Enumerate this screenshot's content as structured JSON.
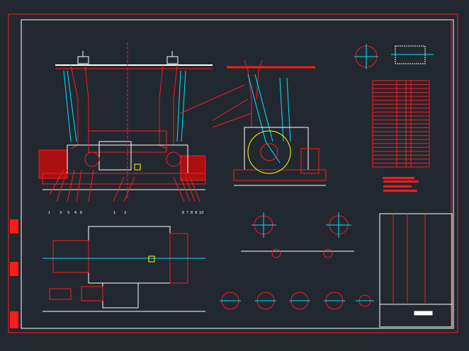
{
  "drawing": {
    "background": "#212830",
    "colors": {
      "outline": "#ff1a1a",
      "center": "#00e5ff",
      "frame": "#ffffff",
      "accent": "#ffff00"
    },
    "front_view_callouts": [
      "1",
      "3",
      "5",
      "4",
      "6",
      "1",
      "2",
      "6",
      "7",
      "8",
      "9",
      "10"
    ],
    "table_rows": 22,
    "section_views": 5
  }
}
